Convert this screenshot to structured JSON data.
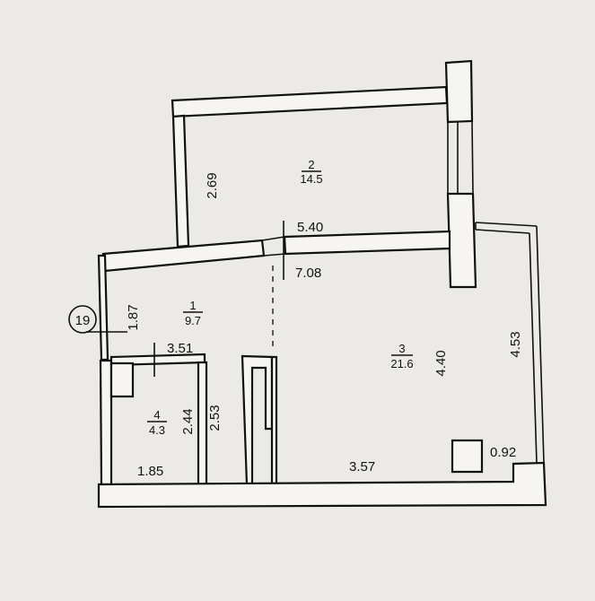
{
  "plan": {
    "rooms": [
      {
        "number": "1",
        "area": "9.7"
      },
      {
        "number": "2",
        "area": "14.5"
      },
      {
        "number": "3",
        "area": "21.6"
      },
      {
        "number": "4",
        "area": "4.3"
      }
    ],
    "apartment_number": "19",
    "dimensions": {
      "room2_width": "5.40",
      "room2_depth": "2.69",
      "corridor_width": "7.08",
      "room1_depth": "1.87",
      "bath_top": "3.51",
      "bath_height_inner": "2.44",
      "bath_height_outer": "2.53",
      "bath_bottom": "1.85",
      "room3_bottom": "3.57",
      "room3_height": "4.40",
      "balcony_height": "4.53",
      "balcony_width": "0.92"
    }
  },
  "colors": {
    "paper": "#eceae6",
    "wall_fill": "#f6f5f2",
    "line": "#111111"
  }
}
